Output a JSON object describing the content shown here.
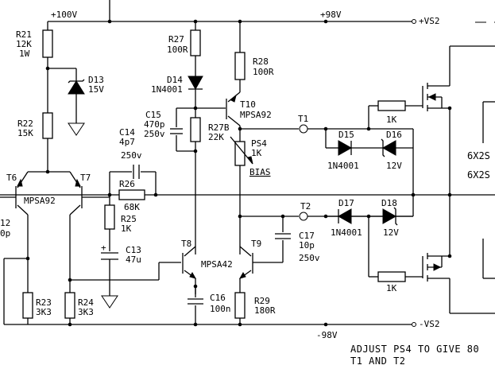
{
  "rails": {
    "top_left": "+100V",
    "top_right": "+98V",
    "top_out": "+VS2",
    "bottom_rail": "-98V",
    "bottom_out": "-VS2"
  },
  "components": {
    "R21": [
      "R21",
      "12K",
      "1W"
    ],
    "D13": [
      "D13",
      "15V"
    ],
    "R22": [
      "R22",
      "15K"
    ],
    "T6": "T6",
    "T7": "T7",
    "T6T7_type": "MPSA92",
    "R27": [
      "R27",
      "100R"
    ],
    "D14": [
      "D14",
      "1N4001"
    ],
    "R28": [
      "R28",
      "100R"
    ],
    "T10": [
      "T10",
      "MPSA92"
    ],
    "C15": [
      "C15",
      "470p",
      "250v"
    ],
    "R27B": [
      "R27B",
      "22K"
    ],
    "PS4": [
      "PS4",
      "1K",
      "BIAS"
    ],
    "C14": [
      "C14",
      "4p7",
      "250v"
    ],
    "R26": [
      "R26",
      "68K"
    ],
    "R25": [
      "R25",
      "1K"
    ],
    "C13": [
      "C13",
      "47u"
    ],
    "T8": "T8",
    "T9": "T9",
    "T8T9_type": "MPSA42",
    "C16": [
      "C16",
      "100n"
    ],
    "R29": [
      "R29",
      "180R"
    ],
    "C17": [
      "C17",
      "10p",
      "250v"
    ],
    "R23": [
      "R23",
      "3K3"
    ],
    "R24": [
      "R24",
      "3K3"
    ],
    "T1": "T1",
    "T2": "T2",
    "D15": [
      "D15",
      "1N4001"
    ],
    "D16": [
      "D16",
      "12V"
    ],
    "D17": [
      "D17",
      "1N4001"
    ],
    "D18": [
      "D18",
      "12V"
    ],
    "R_gate_top": "1K",
    "R_gate_bot": "1K",
    "left_cut": [
      "12",
      "0p"
    ],
    "right_cut": [
      "6X2S",
      "6X2S"
    ]
  },
  "note": [
    "ADJUST PS4 TO GIVE 80",
    "T1 AND T2"
  ]
}
